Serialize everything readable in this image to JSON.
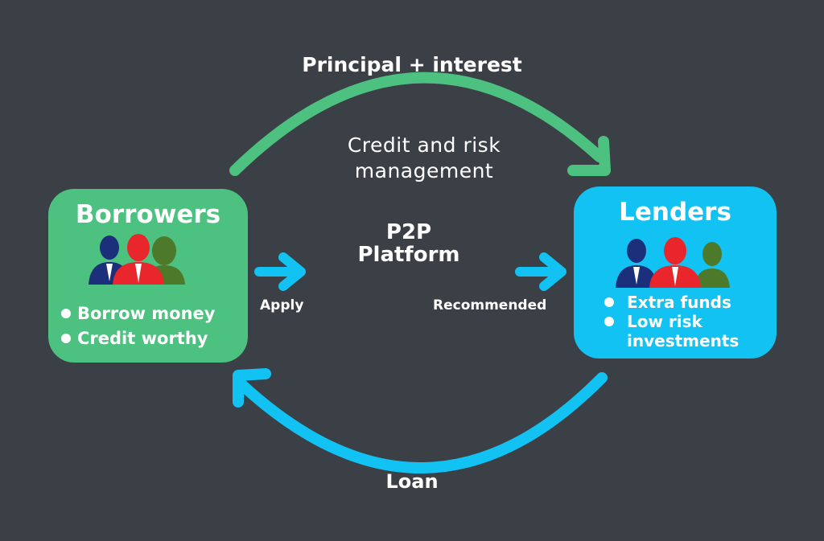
{
  "top_flow": {
    "label": "Principal + interest",
    "color": "#4dc180"
  },
  "center_note": {
    "line1": "Credit and risk",
    "line2": "management"
  },
  "platform": {
    "line1": "P2P",
    "line2": "Platform"
  },
  "apply": {
    "label": "Apply",
    "color": "#12c2f2"
  },
  "recommended": {
    "label": "Recommended",
    "color": "#12c2f2"
  },
  "bottom_flow": {
    "label": "Loan",
    "color": "#12c2f2"
  },
  "borrowers": {
    "title": "Borrowers",
    "color": "#4dc180",
    "bullets": [
      "Borrow money",
      "Credit worthy"
    ],
    "icon": "people-group-icon"
  },
  "lenders": {
    "title": "Lenders",
    "color": "#12c2f2",
    "bullets": [
      "Extra funds",
      "Low risk",
      "investments"
    ],
    "icon": "people-group-icon"
  },
  "people_colors": {
    "left": "#1b2f7a",
    "middle": "#e8262b",
    "right": "#4d7a2a"
  }
}
